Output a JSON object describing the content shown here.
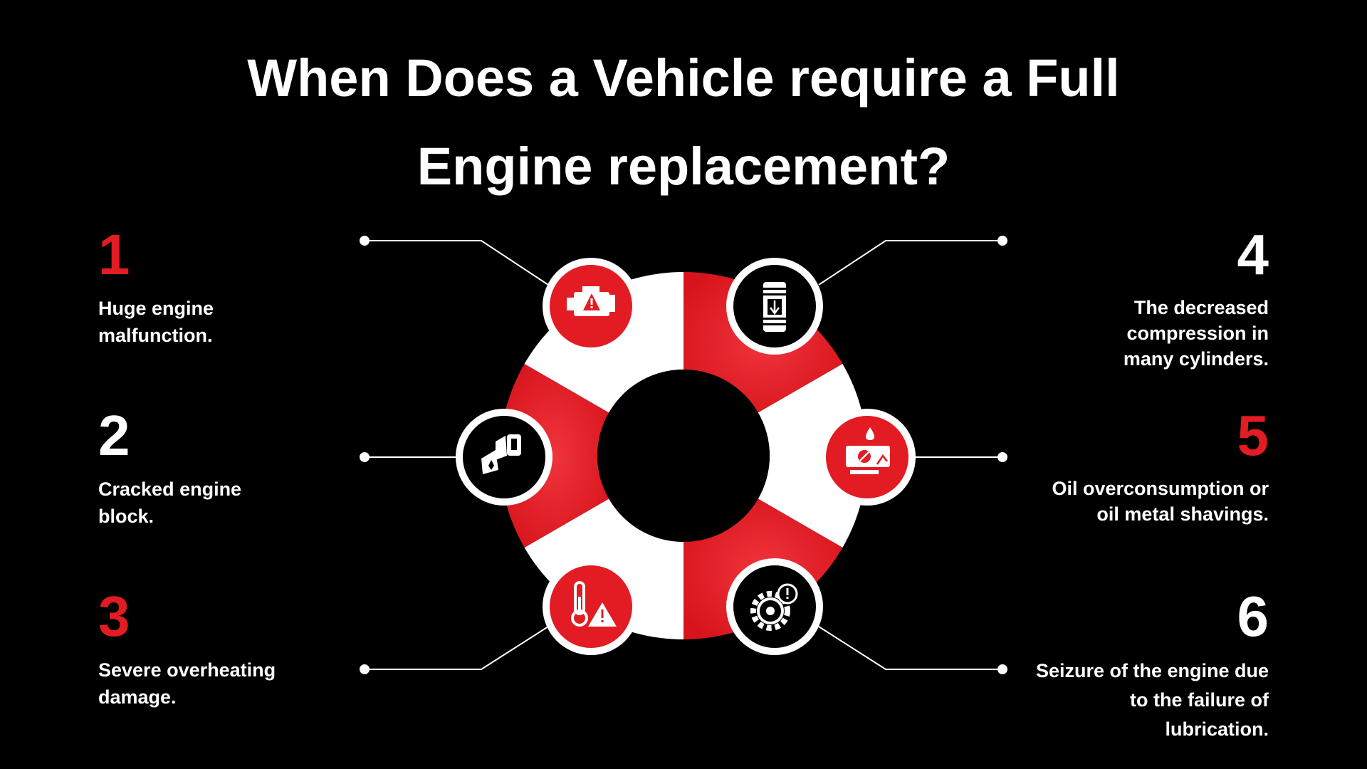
{
  "title": {
    "line1": "When Does a Vehicle require a Full",
    "line2": "Engine replacement?"
  },
  "colors": {
    "background": "#000000",
    "accent_red": "#e31b23",
    "white": "#ffffff"
  },
  "items": [
    {
      "number": "1",
      "number_color": "#e31b23",
      "line1": "Huge engine",
      "line2": "malfunction.",
      "line3": "",
      "icon": "engine-warning-icon"
    },
    {
      "number": "2",
      "number_color": "#ffffff",
      "line1": "Cracked engine",
      "line2": "block.",
      "line3": "",
      "icon": "cracked-block-icon"
    },
    {
      "number": "3",
      "number_color": "#e31b23",
      "line1": "Severe overheating",
      "line2": "damage.",
      "line3": "",
      "icon": "thermometer-warning-icon"
    },
    {
      "number": "4",
      "number_color": "#ffffff",
      "line1": "The decreased",
      "line2": "compression in",
      "line3": "many cylinders.",
      "icon": "cylinder-compression-icon"
    },
    {
      "number": "5",
      "number_color": "#e31b23",
      "line1": "Oil overconsumption or",
      "line2": "oil metal shavings.",
      "line3": "",
      "icon": "oil-drop-engine-icon"
    },
    {
      "number": "6",
      "number_color": "#ffffff",
      "line1": "Seizure of the engine due",
      "line2": "to the failure of",
      "line3": "lubrication.",
      "icon": "gear-warning-icon"
    }
  ]
}
